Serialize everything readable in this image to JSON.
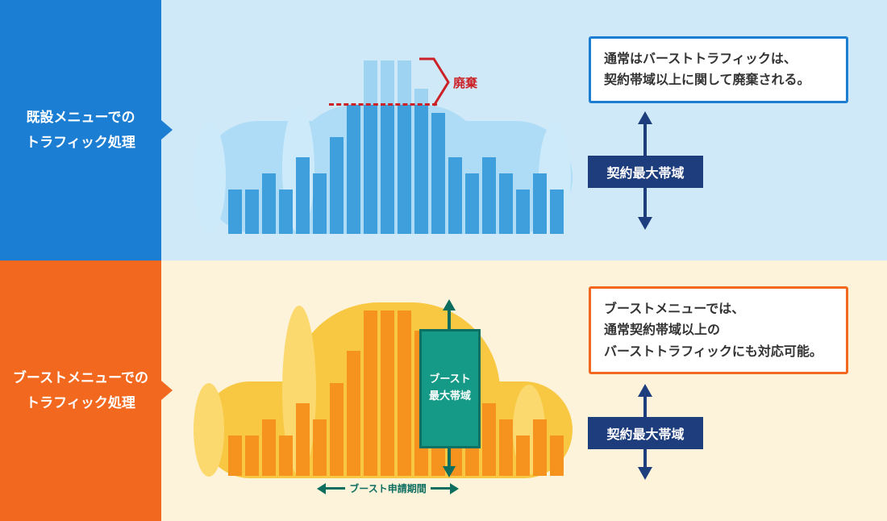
{
  "existing": {
    "sidebar_line1": "既設メニューでの",
    "sidebar_line2": "トラフィック処理",
    "note_line1": "通常はバーストトラフィックは、",
    "note_line2": "契約帯域以上に関して廃棄される。",
    "discard_label": "廃棄",
    "bandwidth_label": "契約最大帯域",
    "bars": [
      55,
      55,
      75,
      55,
      95,
      75,
      120,
      160,
      215,
      215,
      215,
      180,
      150,
      95,
      75,
      95,
      75,
      55,
      75,
      55
    ],
    "burst_threshold": 160
  },
  "boost": {
    "sidebar_line1": "ブーストメニューでの",
    "sidebar_line2": "トラフィック処理",
    "note_line1": "ブーストメニューでは、",
    "note_line2": "通常契約帯域以上の",
    "note_line3": "バーストトラフィックにも対応可能。",
    "boost_box_line1": "ブースト",
    "boost_box_line2": "最大帯域",
    "boost_period_label": "ブースト申請期間",
    "bandwidth_label": "契約最大帯域",
    "bars": [
      50,
      50,
      70,
      50,
      90,
      70,
      115,
      155,
      205,
      205,
      205,
      180,
      145,
      90,
      70,
      90,
      70,
      50,
      70,
      50
    ]
  },
  "colors": {
    "blue_sidebar": "#1b7ed3",
    "blue_bg": "#cfe9f8",
    "pipe_blue": "#aedcf6",
    "pipe_blue_light": "#cdeafb",
    "bar_blue": "#3f9fdd",
    "bar_burst_blue": "#9ed4f1",
    "red": "#cc2127",
    "navy": "#1e3d7d",
    "orange_sidebar": "#f2681f",
    "cream_bg": "#fdf3da",
    "pipe_yellow": "#f9c842",
    "pipe_yellow_light": "#fbd96e",
    "bar_orange": "#f6921e",
    "teal": "#149a86",
    "teal_dark": "#0d6e60"
  }
}
